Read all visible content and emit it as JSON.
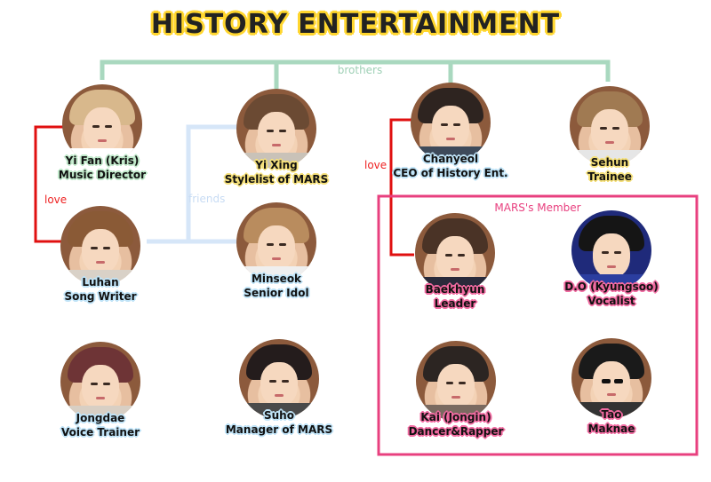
{
  "title": "HISTORY ENTERTAINMENT",
  "relations": {
    "brothers": "brothers",
    "friends": "friends",
    "love_1": "love",
    "love_2": "love"
  },
  "group": {
    "title": "MARS's Member"
  },
  "colors": {
    "brothers_line": "#a9d8bf",
    "friends_line": "#d6e6f8",
    "love_line": "#e01010",
    "group_border": "#e8407f",
    "title_outline": "#ffd62e"
  },
  "people": {
    "yifan": {
      "name": "Yi Fan (Kris)",
      "role": "Music Director"
    },
    "yixing": {
      "name": "Yi Xing",
      "role": "Stylelist of MARS"
    },
    "chanyeol": {
      "name": "Chanyeol",
      "role": "CEO of History Ent."
    },
    "sehun": {
      "name": "Sehun",
      "role": "Trainee"
    },
    "luhan": {
      "name": "Luhan",
      "role": "Song Writer"
    },
    "minseok": {
      "name": "Minseok",
      "role": "Senior Idol"
    },
    "baekhyun": {
      "name": "Baekhyun",
      "role": "Leader"
    },
    "do": {
      "name": "D.O (Kyungsoo)",
      "role": "Vocalist"
    },
    "jongdae": {
      "name": "Jongdae",
      "role": "Voice Trainer"
    },
    "suho": {
      "name": "Suho",
      "role": "Manager of MARS"
    },
    "kai": {
      "name": "Kai (Jongin)",
      "role": "Dancer&Rapper"
    },
    "tao": {
      "name": "Tao",
      "role": "Maknae"
    }
  }
}
